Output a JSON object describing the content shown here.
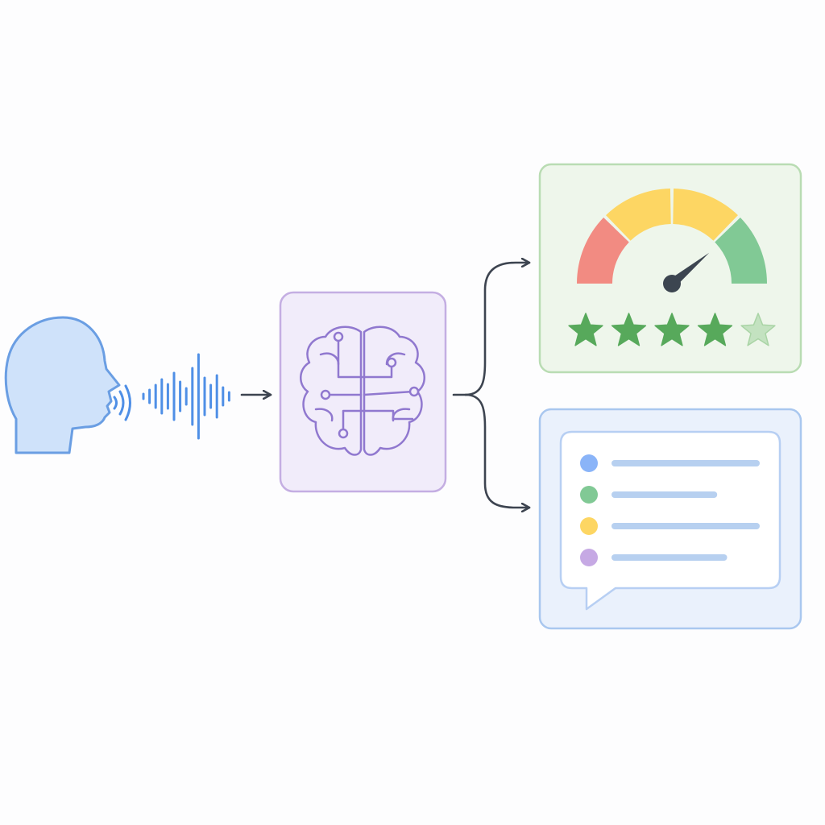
{
  "colors": {
    "background": "#fdfdfe",
    "speaker_fill": "#cfe2fa",
    "speaker_stroke": "#6a9ee3",
    "wave": "#4f8fe6",
    "arrow": "#3d4450",
    "processor_fill": "#f1ecfa",
    "processor_stroke": "#c4aee2",
    "brain_stroke": "#9078cf",
    "score_panel_fill": "#eef6eb",
    "score_panel_stroke": "#b9dcb3",
    "gauge_red": "#f28b82",
    "gauge_yellow": "#fdd663",
    "gauge_green": "#81c995",
    "needle": "#3c4550",
    "star_filled": "#57a95b",
    "star_empty": "#c3e2c0",
    "summary_panel_fill": "#eaf1fc",
    "summary_panel_stroke": "#a9c7ef",
    "bubble_fill": "#ffffff",
    "bubble_stroke": "#b7cff3",
    "text_line": "#b7d0f0"
  },
  "icons": {
    "speaker": "person-head-speaking-icon",
    "speech": "sound-wave-icon",
    "processor": "brain-circuit-icon",
    "score": "gauge-meter-icon",
    "rating": "star-icon",
    "summary": "chat-bubble-list-icon"
  },
  "gauge": {
    "value_fraction": 0.78
  },
  "rating": {
    "value": 4,
    "max": 5
  },
  "summary": {
    "items": [
      {
        "bullet_color": "#8ab4f8",
        "line_fraction": 1.0
      },
      {
        "bullet_color": "#81c995",
        "line_fraction": 0.7
      },
      {
        "bullet_color": "#fdd663",
        "line_fraction": 1.0
      },
      {
        "bullet_color": "#c6a9e4",
        "line_fraction": 0.77
      }
    ]
  }
}
